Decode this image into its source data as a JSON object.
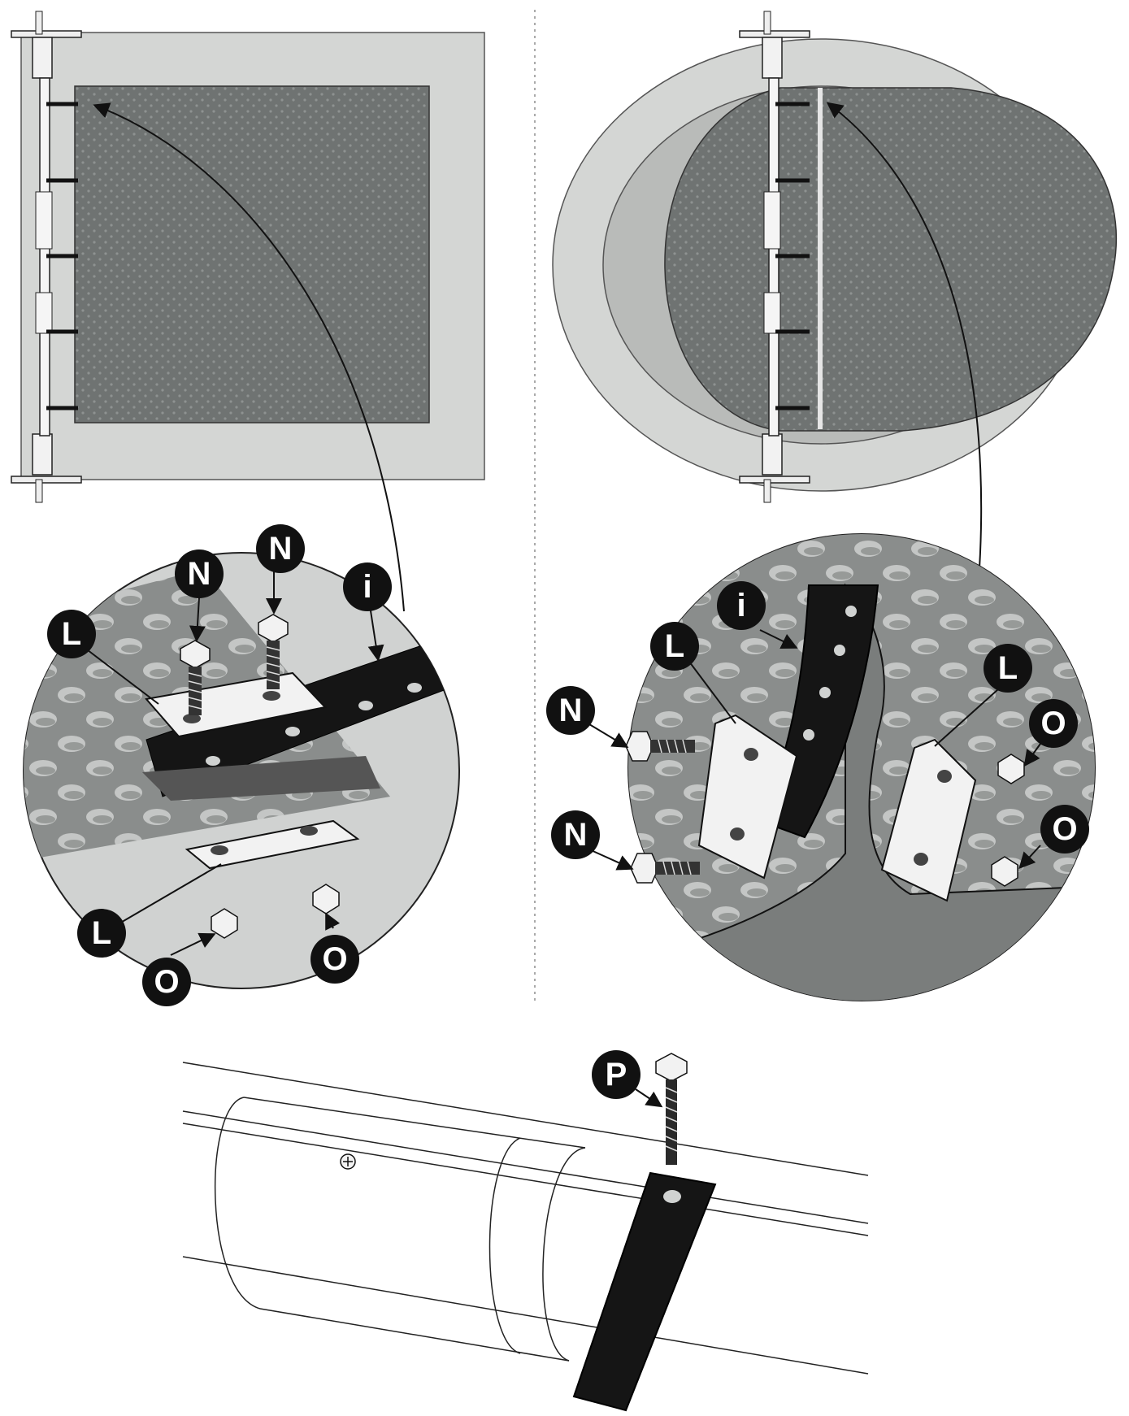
{
  "callouts": {
    "i_left": "i",
    "i_right": "i",
    "N1": "N",
    "N2": "N",
    "N3": "N",
    "N4": "N",
    "L1": "L",
    "L2": "L",
    "L3": "L",
    "L4": "L",
    "O1": "O",
    "O2": "O",
    "O3": "O",
    "O4": "O",
    "P": "P"
  },
  "colors": {
    "pool_deck": "#d4d6d4",
    "pool_deck_mid": "#b9bbb9",
    "cover": "#6f7372",
    "cover_dark": "#5e6261",
    "strap": "#151515",
    "callout_bg": "#111111",
    "plate": "#f2f2f2",
    "outline": "#1a1a1a"
  },
  "icons": [
    "bolt-icon",
    "nut-icon",
    "plate-icon",
    "screw-icon",
    "tube-icon"
  ]
}
